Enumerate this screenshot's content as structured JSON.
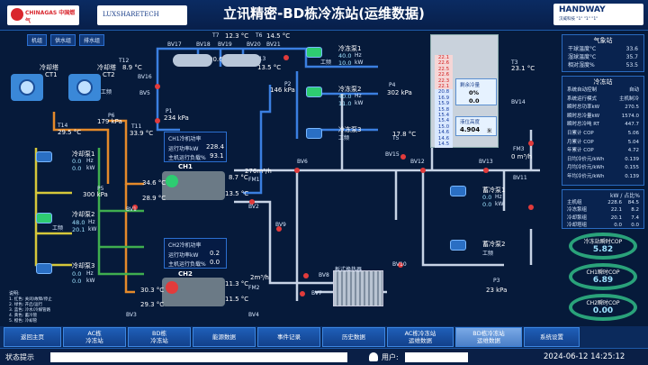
{
  "header": {
    "title": "立讯精密-BD栋冷冻站(运维数据)",
    "logo_left": "CHINAGAS 中国燃气",
    "logo_mid": "LUXSHARETECH",
    "logo_right": "HANDWAY",
    "logo_right_sub": "汉威科技 \"1\" \"1\" \"1\""
  },
  "top_tabs": {
    "t1": "机组",
    "t2": "供水组",
    "t3": "排水组"
  },
  "towers": {
    "ct1_name": "冷却塔",
    "ct1_id": "CT1",
    "ct2_name": "冷却塔",
    "ct2_id": "CT2",
    "ct2_state": "工频",
    "t12": "T12",
    "t12_val": "8.9 °C",
    "t11": "T11",
    "t11_val": "33.9 °C",
    "t14": "T14",
    "t14_val": "29.5 °C",
    "p6": "P6",
    "p6_val": "179 kPa",
    "p5": "P5",
    "p5_val": "300 kPa"
  },
  "cooling_pumps": [
    {
      "name": "冷却泵1",
      "hz": "0.0",
      "kw": "0.0"
    },
    {
      "name": "冷却泵2",
      "hz": "48.0",
      "kw": "20.1",
      "state": "工频"
    },
    {
      "name": "冷却泵3",
      "hz": "0.0",
      "kw": "0.0"
    }
  ],
  "units": {
    "hz": "Hz",
    "kw": "kW"
  },
  "valves_top": [
    "BV17",
    "BV18",
    "BV19",
    "BV20",
    "BV21",
    "BV16",
    "BV5",
    "BV14",
    "BV15",
    "BV12",
    "BV13",
    "BV11",
    "BV10",
    "BV9",
    "BV8",
    "BV7",
    "BV6",
    "BV2",
    "BV1",
    "BV3",
    "BV4"
  ],
  "top_readings": {
    "t7": "T7",
    "t7_val": "12.3 °C",
    "t6": "T6",
    "t6_val": "14.5 °C",
    "pct": "90.6 %",
    "t13": "T13",
    "t13_val": "13.5 °C",
    "p1": "P1",
    "p1_val": "234 kPa",
    "p2": "P2",
    "p2_val": "146 kPa",
    "p4": "P4",
    "p4_val": "302 kPa",
    "t3": "T3",
    "t3_val": "23.1 °C",
    "t5": "T5",
    "t5_val": "17.8 °C",
    "fm3": "FM3",
    "fm3_val": "0 m³/h",
    "p3": "P3",
    "p3_val": "23 kPa"
  },
  "chilled_pumps": [
    {
      "name": "冷冻泵1",
      "hz": "40.0",
      "kw": "10.0",
      "state": "工频"
    },
    {
      "name": "冷冻泵2",
      "hz": "40.0",
      "kw": "11.0"
    },
    {
      "name": "冷冻泵3",
      "hz": "",
      "kw": "",
      "state": "工频"
    }
  ],
  "storage_pumps": [
    {
      "name": "蓄冷泵1",
      "hz": "0.0",
      "kw": "0.0"
    },
    {
      "name": "蓄冷泵2",
      "state": "工频"
    }
  ],
  "tank": {
    "values": [
      "22.1",
      "22.6",
      "22.5",
      "22.6",
      "22.3",
      "22.1",
      "20.8",
      "16.9",
      "15.9",
      "15.8",
      "15.4",
      "15.4",
      "15.0",
      "14.6",
      "14.6",
      "14.5"
    ],
    "cold_label": "剩余冷量",
    "cold_val": "0%",
    "cold_val2": "0.0",
    "level_label": "液位高度",
    "level_val": "4.904",
    "level_unit": "米"
  },
  "ch1": {
    "name": "CH1",
    "title": "CH1冷机功率",
    "r1_label": "运行功率kW",
    "r1_val": "228.4",
    "r2_label": "主机运行负载%",
    "r2_val": "93.1",
    "t1": "34.6 °C",
    "t2": "28.9 °C",
    "t3": "8.7 °C",
    "t4": "13.5 °C",
    "flow": "276m³/h",
    "fm": "FM1"
  },
  "ch2": {
    "name": "CH2",
    "title": "CH2冷机功率",
    "r1_label": "运行功率kW",
    "r1_val": "0.2",
    "r2_label": "主机运行负载%",
    "r2_val": "0.0",
    "t1": "30.3 °C",
    "t2": "29.3 °C",
    "t3": "11.3 °C",
    "t4": "11.5 °C",
    "flow": "2m³/h",
    "fm": "FM2"
  },
  "hx": {
    "label": "板式换热器"
  },
  "notes": {
    "title": "说明:",
    "lines": [
      "1. 红色: 关闭/故障/停止",
      "2. 绿色: 开启/运行",
      "3. 蓝色: 冷水/冷媒管路",
      "4. 黄色: 蓄冷管",
      "5. 橙色: 冷却管"
    ]
  },
  "weather": {
    "title": "气象站",
    "rows": [
      {
        "label": "干球温度°C",
        "val": "33.6"
      },
      {
        "label": "湿球温度°C",
        "val": "35.7"
      },
      {
        "label": "相对湿度%",
        "val": "53.5"
      }
    ]
  },
  "plant": {
    "title": "冷冻站",
    "rows": [
      {
        "label": "系统自动控制",
        "val": "自动"
      },
      {
        "label": "系统运行模式",
        "val": "主机制冷"
      },
      {
        "label": "瞬时总功率kW",
        "val": "270.5"
      },
      {
        "label": "瞬时总冷量kW",
        "val": "1574.0"
      },
      {
        "label": "瞬时总冷吨 RT",
        "val": "447.7"
      },
      {
        "label": "日累计 COP",
        "val": "5.06"
      },
      {
        "label": "月累计 COP",
        "val": "5.04"
      },
      {
        "label": "年累计 COP",
        "val": "4.72"
      },
      {
        "label": "日均冷价元/kWh",
        "val": "0.139"
      },
      {
        "label": "月均冷价元/kWh",
        "val": "0.155"
      },
      {
        "label": "年均冷价元/kWh",
        "val": "0.139"
      }
    ]
  },
  "power": {
    "title": "kW / 占比%",
    "rows": [
      {
        "label": "主机组",
        "kw": "228.6",
        "pct": "84.5"
      },
      {
        "label": "冷冻泵组",
        "kw": "22.1",
        "pct": "8.2"
      },
      {
        "label": "冷却泵组",
        "kw": "20.1",
        "pct": "7.4"
      },
      {
        "label": "冷却塔组",
        "kw": "0.0",
        "pct": "0.0"
      }
    ]
  },
  "cop": [
    {
      "label": "冷冻站瞬时COP",
      "val": "5.82"
    },
    {
      "label": "CH1瞬时COP",
      "val": "6.89"
    },
    {
      "label": "CH2瞬时COP",
      "val": "0.00"
    }
  ],
  "nav": {
    "items": [
      "返回主页",
      "AC栋\n冷冻站",
      "BD栋\n冷冻站",
      "能源数据",
      "事件记录",
      "历史数据",
      "AC栋冷冻站\n运维数据",
      "BD栋冷冻站\n运维数据",
      "系统设置"
    ]
  },
  "status": {
    "label": "状态提示",
    "user_label": "用户:",
    "datetime": "2024-06-12 14:25:12"
  },
  "colors": {
    "bg": "#061a3a",
    "pipe_blue": "#3b7fe0",
    "pipe_orange": "#e58a2a",
    "pipe_yellow": "#d6c83a",
    "pipe_white": "#c8d4e6",
    "valve_red": "#e23b3b",
    "ok_green": "#2ecc71"
  }
}
